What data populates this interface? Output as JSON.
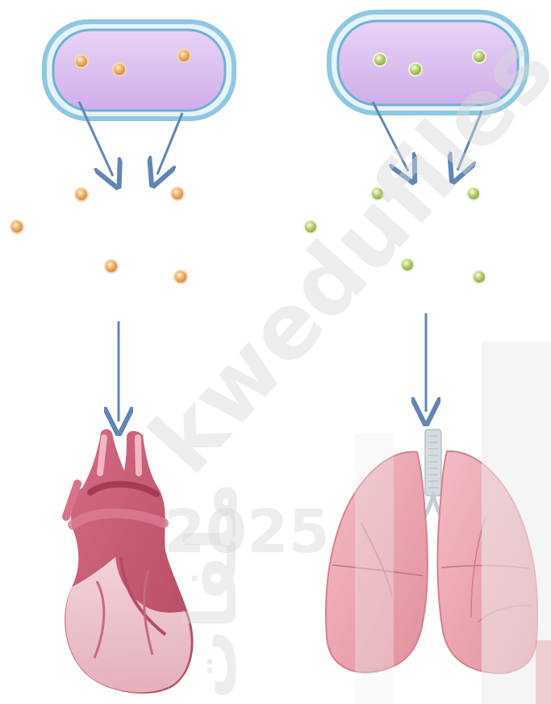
{
  "figure": {
    "left_panel": {
      "cell_name": "left-cell",
      "particle_color": "#e9a35a",
      "target_organ": "heart"
    },
    "right_panel": {
      "cell_name": "right-cell",
      "particle_color": "#a8bf62",
      "target_organ": "lungs"
    },
    "colors": {
      "cell_fill": "#d9c0ef",
      "cell_border": "#8ec7e3",
      "arrow": "#5f86b6",
      "heart": "#c9566f",
      "lungs": "#e9a3ae",
      "trachea": "#c9d1d8"
    }
  },
  "watermark": {
    "site": "kwedufiles",
    "year": "2025",
    "fragment": "ملفات"
  }
}
